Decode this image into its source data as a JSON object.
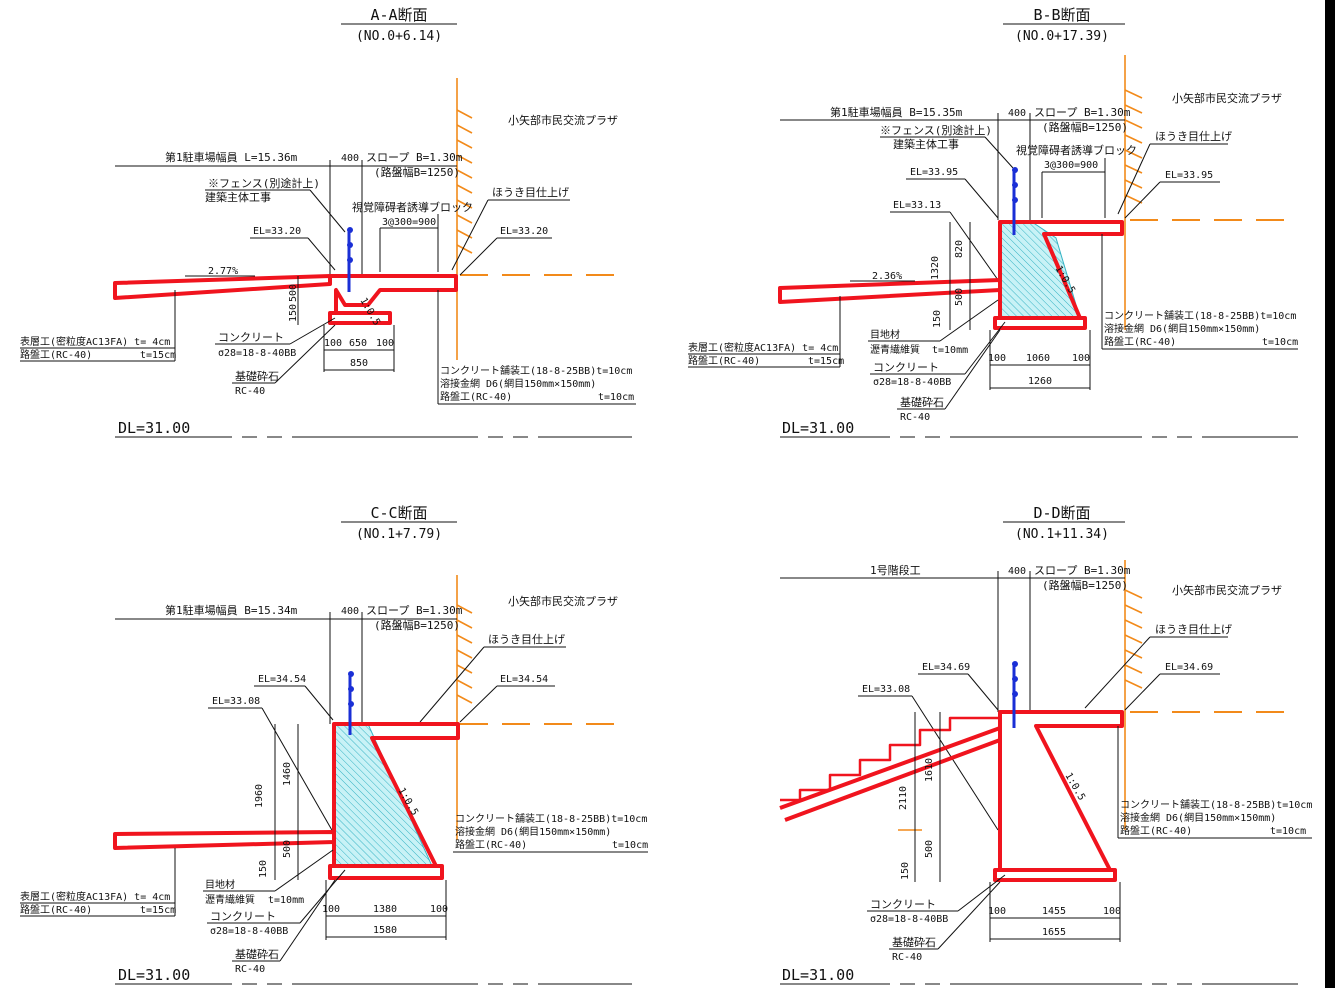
{
  "sections": [
    {
      "title": "A-A断面",
      "station": "(NO.0+6.14)",
      "plaza": "小矢部市民交流プラザ",
      "parking_width": "第1駐車場幅員 L=15.36m",
      "dim_400": "400",
      "slope": "スロープ B=1.30m",
      "roadbed_width": "(路盤幅B=1250)",
      "fence_note": "※フェンス(別途計上)",
      "fence_note2": "建築主体工事",
      "tactile": "視覚障碍者誘導ブロック",
      "tactile_spacing": "3@300=900",
      "broom": "ほうき目仕上げ",
      "el_left": "EL=33.20",
      "el_right": "EL=33.20",
      "grade": "2.77%",
      "slope_ratio": "1:0.5",
      "dims": [
        "100",
        "650",
        "100",
        "850",
        "500",
        "150"
      ],
      "surface": "表層工(密粒度AC13FA) t= 4cm",
      "base_left": "路盤工(RC-40)",
      "base_left_t": "t=15cm",
      "concrete": "コンクリート",
      "concrete_spec": "σ28=18-8-40BB",
      "gravel": "基礎砕石",
      "gravel_spec": "RC-40",
      "pave1": "コンクリート舗装工(18-8-25BB)t=10cm",
      "pave2": "溶接金網 D6(網目150mm×150mm)",
      "pave3": "路盤工(RC-40)",
      "pave3_t": "t=10cm",
      "dl": "DL=31.00"
    },
    {
      "title": "B-B断面",
      "station": "(NO.0+17.39)",
      "plaza": "小矢部市民交流プラザ",
      "parking_width": "第1駐車場幅員 B=15.35m",
      "dim_400": "400",
      "slope": "スロープ B=1.30m",
      "roadbed_width": "(路盤幅B=1250)",
      "fence_note": "※フェンス(別途計上)",
      "fence_note2": "建築主体工事",
      "tactile": "視覚障碍者誘導ブロック",
      "tactile_spacing": "3@300=900",
      "broom": "ほうき目仕上げ",
      "el_top": "EL=33.95",
      "el_left": "EL=33.13",
      "el_right": "EL=33.95",
      "grade": "2.36%",
      "slope_ratio": "1:0.5",
      "dims": [
        "1320",
        "820",
        "500",
        "150",
        "100",
        "1060",
        "100",
        "1260"
      ],
      "joint": "目地材",
      "joint2": "瀝青繊維質",
      "joint_t": "t=10mm",
      "surface": "表層工(密粒度AC13FA) t= 4cm",
      "base_left": "路盤工(RC-40)",
      "base_left_t": "t=15cm",
      "concrete": "コンクリート",
      "concrete_spec": "σ28=18-8-40BB",
      "gravel": "基礎砕石",
      "gravel_spec": "RC-40",
      "pave1": "コンクリート舗装工(18-8-25BB)t=10cm",
      "pave2": "溶接金網 D6(網目150mm×150mm)",
      "pave3": "路盤工(RC-40)",
      "pave3_t": "t=10cm",
      "dl": "DL=31.00"
    },
    {
      "title": "C-C断面",
      "station": "(NO.1+7.79)",
      "plaza": "小矢部市民交流プラザ",
      "parking_width": "第1駐車場幅員 B=15.34m",
      "dim_400": "400",
      "slope": "スロープ B=1.30m",
      "roadbed_width": "(路盤幅B=1250)",
      "broom": "ほうき目仕上げ",
      "el_top": "EL=34.54",
      "el_left": "EL=33.08",
      "el_right": "EL=34.54",
      "slope_ratio": "1:0.5",
      "dims": [
        "1960",
        "1460",
        "500",
        "150",
        "100",
        "1380",
        "100",
        "1580"
      ],
      "joint": "目地材",
      "joint2": "瀝青繊維質",
      "joint_t": "t=10mm",
      "surface": "表層工(密粒度AC13FA) t= 4cm",
      "base_left": "路盤工(RC-40)",
      "base_left_t": "t=15cm",
      "concrete": "コンクリート",
      "concrete_spec": "σ28=18-8-40BB",
      "gravel": "基礎砕石",
      "gravel_spec": "RC-40",
      "pave1": "コンクリート舗装工(18-8-25BB)t=10cm",
      "pave2": "溶接金網 D6(網目150mm×150mm)",
      "pave3": "路盤工(RC-40)",
      "pave3_t": "t=10cm",
      "dl": "DL=31.00"
    },
    {
      "title": "D-D断面",
      "station": "(NO.1+11.34)",
      "plaza": "小矢部市民交流プラザ",
      "stair": "1号階段工",
      "dim_400": "400",
      "slope": "スロープ B=1.30m",
      "roadbed_width": "(路盤幅B=1250)",
      "broom": "ほうき目仕上げ",
      "el_top": "EL=34.69",
      "el_left": "EL=33.08",
      "el_right": "EL=34.69",
      "slope_ratio": "1:0.5",
      "dims": [
        "2110",
        "1610",
        "500",
        "150",
        "100",
        "1455",
        "100",
        "1655"
      ],
      "concrete": "コンクリート",
      "concrete_spec": "σ28=18-8-40BB",
      "gravel": "基礎砕石",
      "gravel_spec": "RC-40",
      "pave1": "コンクリート舗装工(18-8-25BB)t=10cm",
      "pave2": "溶接金網 D6(網目150mm×150mm)",
      "pave3": "路盤工(RC-40)",
      "pave3_t": "t=10cm",
      "dl": "DL=31.00"
    }
  ],
  "colors": {
    "concrete": "#f0141e",
    "ground": "#f28a1a",
    "fence": "#1a2fd6",
    "hatch": "#36b3c4"
  }
}
